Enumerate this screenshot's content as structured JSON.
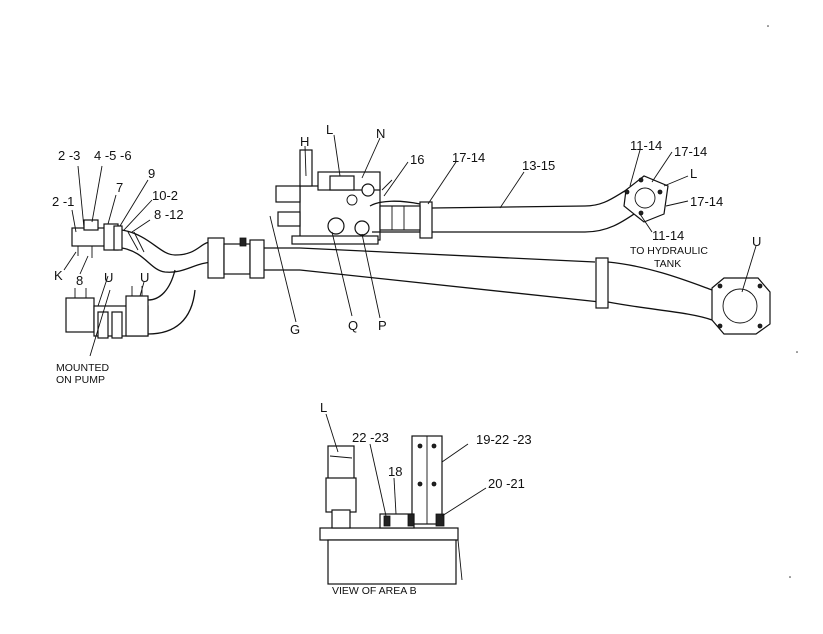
{
  "callouts": {
    "c_2_3": "2 -3",
    "c_4_5_6": "4 -5 -6",
    "c_2_1": "2 -1",
    "c_7": "7",
    "c_9": "9",
    "c_10_2": "10-2",
    "c_8_12": "8 -12",
    "c_K": "K",
    "c_8": "8",
    "c_U1": "U",
    "c_U2": "U",
    "c_H": "H",
    "c_L_top": "L",
    "c_N": "N",
    "c_16": "16",
    "c_17_14_a": "17-14",
    "c_13_15": "13-15",
    "c_11_14_a": "11-14",
    "c_17_14_b": "17-14",
    "c_L_right": "L",
    "c_17_14_c": "17-14",
    "c_11_14_b": "11-14",
    "c_U3": "U",
    "c_G": "G",
    "c_Q": "Q",
    "c_P": "P",
    "c_L_view": "L",
    "c_22_23": "22 -23",
    "c_19_22_23": "19-22 -23",
    "c_18": "18",
    "c_20_21": "20 -21"
  },
  "captions": {
    "hydraulic_1": "TO HYDRAULIC",
    "hydraulic_2": "TANK",
    "mounted_1": "MOUNTED",
    "mounted_2": "ON PUMP",
    "view_area": "VIEW OF AREA B"
  }
}
